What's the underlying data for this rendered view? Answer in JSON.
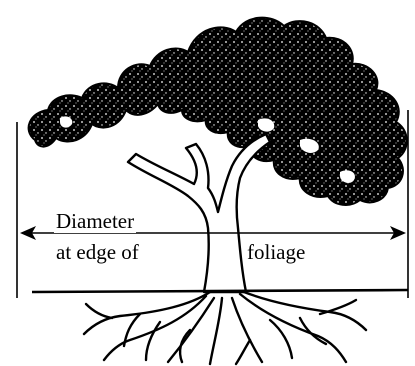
{
  "labels": {
    "line1": "Diameter",
    "line2": "at edge of",
    "line3": "foliage"
  },
  "colors": {
    "ink": "#000000",
    "background": "#ffffff"
  },
  "icons": {
    "tree": "tree-illustration",
    "roots": "roots-illustration",
    "arrow": "double-headed-arrow"
  }
}
